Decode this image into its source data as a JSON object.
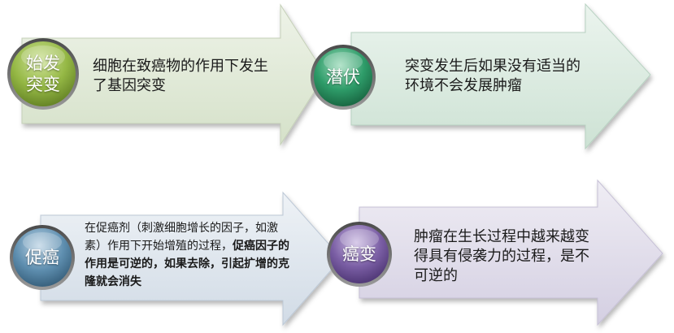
{
  "stages": [
    {
      "label_line1": "始发",
      "label_line2": "突变",
      "description": "细胞在致癌物的作用下发生了基因突变",
      "arrow_color": "#dfe8d5",
      "circle_color": "#8fb33e"
    },
    {
      "label_line1": "潜伏",
      "label_line2": "",
      "description": "突变发生后如果没有适当的环境不会发展肿瘤",
      "arrow_color": "#d9e9df",
      "circle_color": "#2f9b6a"
    },
    {
      "label_line1": "促癌",
      "label_line2": "",
      "description_normal": "在促癌剂（刺激细胞增长的因子，如激素）作用下开始增殖的过程，",
      "description_bold": "促癌因子的作用是可逆的，如果去除，引起扩增的克隆就会消失",
      "arrow_color": "#dde4ec",
      "circle_color": "#5f8fb0"
    },
    {
      "label_line1": "癌变",
      "label_line2": "",
      "description": "肿瘤在生长过程中越来越变得具有侵袭力的过程，是不可逆的",
      "arrow_color": "#e0dcea",
      "circle_color": "#7b5fa5"
    }
  ]
}
